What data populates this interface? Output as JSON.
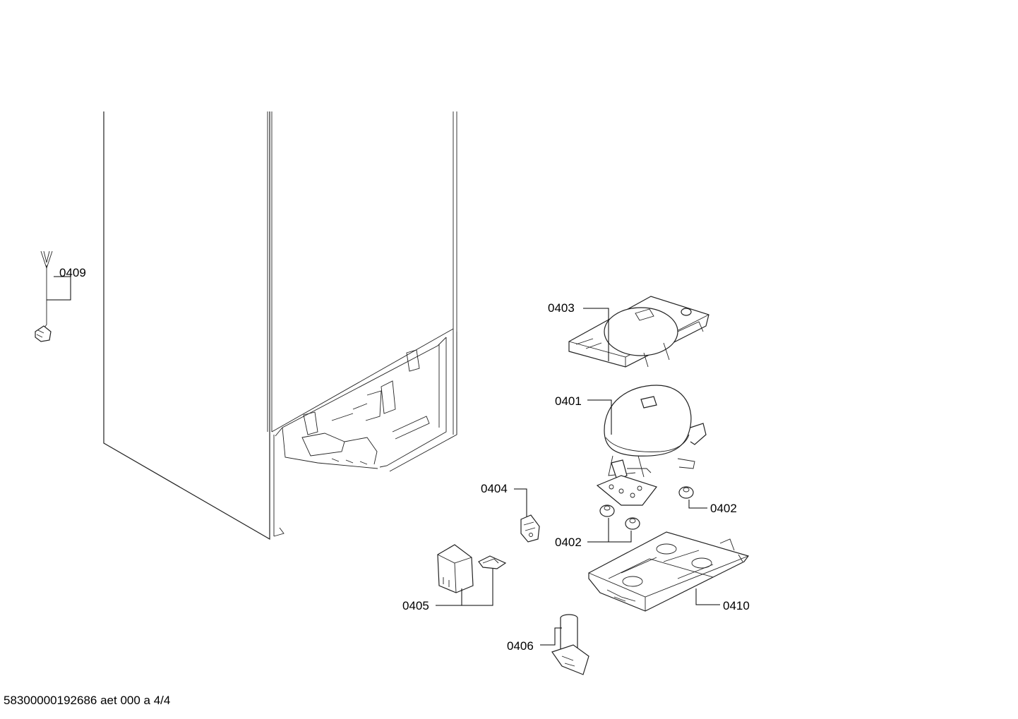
{
  "labels": {
    "p0409": "0409",
    "p0403": "0403",
    "p0401": "0401",
    "p0404": "0404",
    "p0402a": "0402",
    "p0402b": "0402",
    "p0405": "0405",
    "p0410": "0410",
    "p0406": "0406"
  },
  "footer": "58300000192686 aet 000 a 4/4"
}
